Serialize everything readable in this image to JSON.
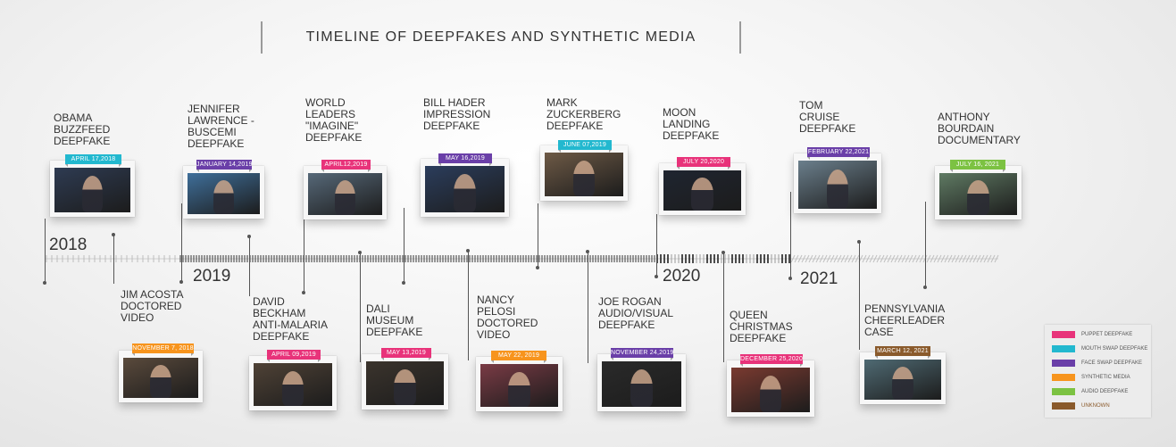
{
  "title": "TIMELINE OF DEEPFAKES AND SYNTHETIC MEDIA",
  "years": [
    "2018",
    "2019",
    "2020",
    "2021"
  ],
  "colors": {
    "puppet": "#e8337a",
    "mouth_swap": "#22b8cf",
    "face_swap": "#6a3fa8",
    "synthetic": "#f7941d",
    "audio": "#7cc242",
    "unknown": "#8a5a2b"
  },
  "legend": [
    {
      "label": "PUPPET DEEPFAKE",
      "color": "#e8337a"
    },
    {
      "label": "MOUTH SWAP DEEPFAKE",
      "color": "#22b8cf"
    },
    {
      "label": "FACE SWAP DEEPFAKE",
      "color": "#6a3fa8"
    },
    {
      "label": "SYNTHETIC MEDIA",
      "color": "#f7941d"
    },
    {
      "label": "AUDIO DEEPFAKE",
      "color": "#7cc242"
    },
    {
      "label": "UNKNOWN",
      "color": "#8a5a2b"
    }
  ],
  "events": [
    {
      "label": "OBAMA BUZZFEED DEEPFAKE",
      "date": "APRIL 17,2018",
      "color": "#22b8cf",
      "thumb": "#2e3b52"
    },
    {
      "label": "JIM ACOSTA DOCTORED VIDEO",
      "date": "NOVEMBER 7, 2018",
      "color": "#f7941d",
      "thumb": "#5a4a3c"
    },
    {
      "label": "JENNIFER LAWRENCE -BUSCEMI DEEPFAKE",
      "date": "JANUARY 14,2019",
      "color": "#6a3fa8",
      "thumb": "#3f6f9a"
    },
    {
      "label": "DAVID BECKHAM ANTI-MALARIA DEEPFAKE",
      "date": "APRIL 09,2019",
      "color": "#e8337a",
      "thumb": "#4f4236"
    },
    {
      "label": "WORLD LEADERS \"IMAGINE\" DEEPFAKE",
      "date": "APRIL12,2019",
      "color": "#e8337a",
      "thumb": "#566878"
    },
    {
      "label": "DALI MUSEUM DEEPFAKE",
      "date": "MAY 13,2019",
      "color": "#e8337a",
      "thumb": "#3b342d"
    },
    {
      "label": "BILL HADER IMPRESSION DEEPFAKE",
      "date": "MAY 16,2019",
      "color": "#6a3fa8",
      "thumb": "#2b3d5c"
    },
    {
      "label": "NANCY PELOSI DOCTORED VIDEO",
      "date": "MAY 22, 2019",
      "color": "#f7941d",
      "thumb": "#7a3b45"
    },
    {
      "label": "MARK ZUCKERBERG DEEPFAKE",
      "date": "JUNE 07,2019",
      "color": "#22b8cf",
      "thumb": "#6e5a46"
    },
    {
      "label": "JOE ROGAN AUDIO/VISUAL DEEPFAKE",
      "date": "NOVEMBER 24,2019",
      "color": "#6a3fa8",
      "thumb": "#2a2a2a"
    },
    {
      "label": "MOON LANDING DEEPFAKE",
      "date": "JULY 20,2020",
      "color": "#e8337a",
      "thumb": "#1f2530"
    },
    {
      "label": "QUEEN CHRISTMAS DEEPFAKE",
      "date": "DECEMBER 25,2020",
      "color": "#e8337a",
      "thumb": "#7a3a30"
    },
    {
      "label": "TOM CRUISE DEEPFAKE",
      "date": "FEBRUARY 22,2021",
      "color": "#6a3fa8",
      "thumb": "#6b7f8c"
    },
    {
      "label": "PENNSYLVANIA CHEERLEADER CASE",
      "date": "MARCH 12, 2021",
      "color": "#8a5a2b",
      "thumb": "#4f6a73"
    },
    {
      "label": "ANTHONY BOURDAIN DOCUMENTARY",
      "date": "JULY 16, 2021",
      "color": "#7cc242",
      "thumb": "#5f7a63"
    }
  ]
}
